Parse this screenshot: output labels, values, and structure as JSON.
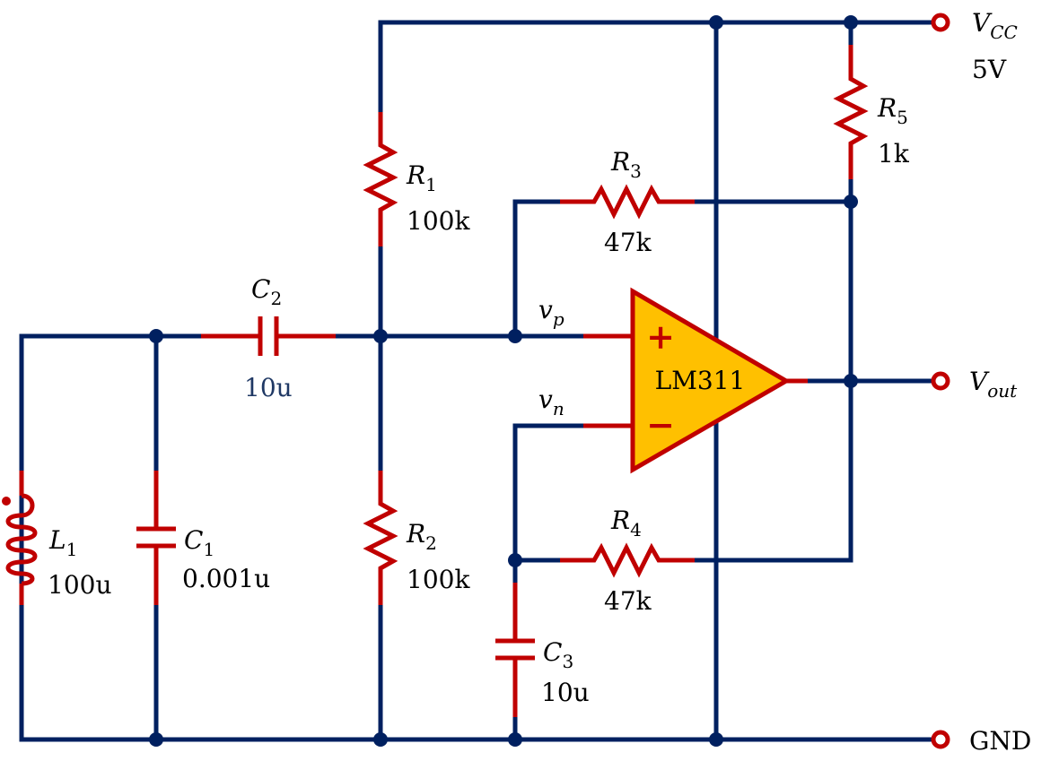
{
  "colors": {
    "wire": "#002060",
    "component": "#c00000",
    "opamp_fill": "#ffc000",
    "label": "#000000",
    "c2_value": "#1f3864"
  },
  "components": {
    "L1": {
      "name": "L",
      "sub": "1",
      "value": "100u",
      "type": "inductor"
    },
    "C1": {
      "name": "C",
      "sub": "1",
      "value": "0.001u",
      "type": "capacitor"
    },
    "C2": {
      "name": "C",
      "sub": "2",
      "value": "10u",
      "type": "capacitor"
    },
    "C3": {
      "name": "C",
      "sub": "3",
      "value": "10u",
      "type": "capacitor"
    },
    "R1": {
      "name": "R",
      "sub": "1",
      "value": "100k",
      "type": "resistor"
    },
    "R2": {
      "name": "R",
      "sub": "2",
      "value": "100k",
      "type": "resistor"
    },
    "R3": {
      "name": "R",
      "sub": "3",
      "value": "47k",
      "type": "resistor"
    },
    "R4": {
      "name": "R",
      "sub": "4",
      "value": "47k",
      "type": "resistor"
    },
    "R5": {
      "name": "R",
      "sub": "5",
      "value": "1k",
      "type": "resistor"
    },
    "U1": {
      "label": "LM311",
      "plus": "+",
      "minus": "−",
      "type": "comparator"
    }
  },
  "nodes": {
    "vp": {
      "name": "v",
      "sub": "p"
    },
    "vn": {
      "name": "v",
      "sub": "n"
    }
  },
  "terminals": {
    "vcc": {
      "name": "V",
      "sub": "CC",
      "value": "5V"
    },
    "vout": {
      "name": "V",
      "sub": "out"
    },
    "gnd": {
      "label": "GND"
    }
  }
}
